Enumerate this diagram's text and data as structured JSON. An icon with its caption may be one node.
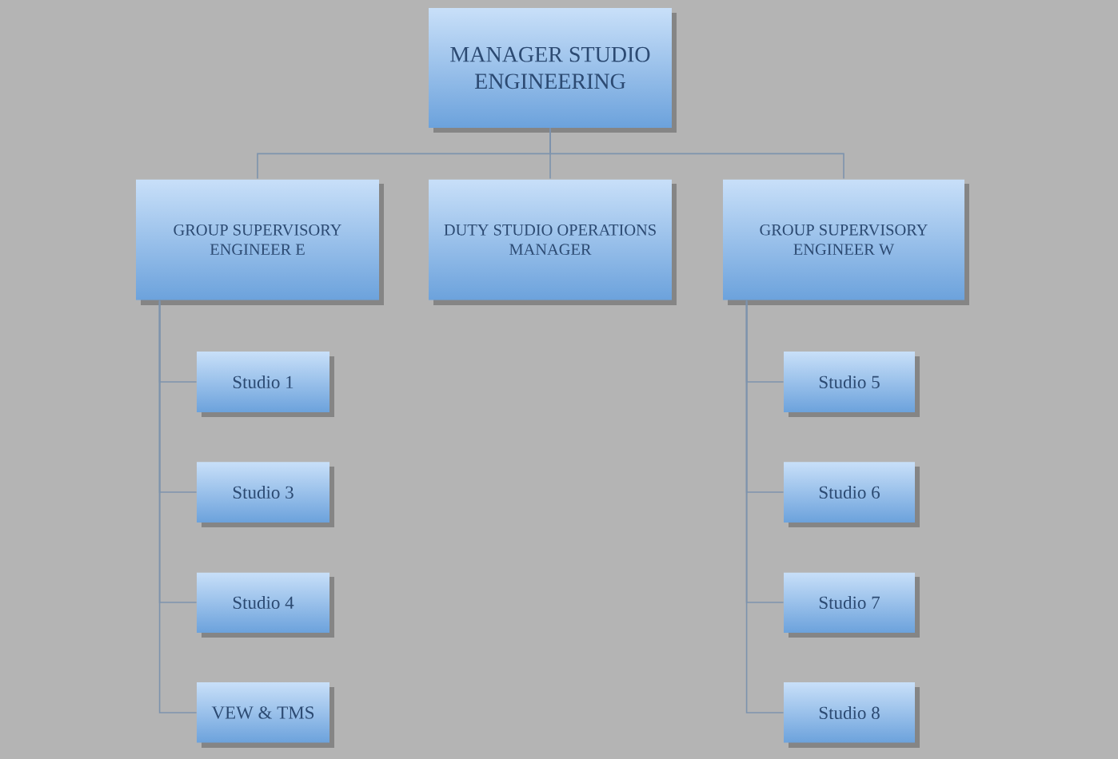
{
  "diagram": {
    "nodes": [
      {
        "text": [
          "MANAGER STUDIO ENGINEERING"
        ]
      },
      {
        "text": [
          "GROUP SUPERVISORY ENGINEER E"
        ]
      },
      {
        "text": [
          "DUTY STUDIO OPERATIONS MANAGER"
        ]
      },
      {
        "text": [
          "GROUP SUPERVISORY ENGINEER W"
        ]
      },
      {
        "text": [
          "Studio 1"
        ]
      },
      {
        "text": [
          "Studio 3"
        ]
      },
      {
        "text": [
          "Studio 4"
        ]
      },
      {
        "text": [
          "VEW & TMS"
        ]
      },
      {
        "text": [
          "Studio 5"
        ]
      },
      {
        "text": [
          "Studio 6"
        ]
      },
      {
        "text": [
          "Studio 7"
        ]
      },
      {
        "text": [
          "Studio 8"
        ]
      }
    ],
    "edges": [
      {
        "from": 0,
        "to": 1,
        "arrow": "none"
      },
      {
        "from": 0,
        "to": 2,
        "arrow": "none"
      },
      {
        "from": 0,
        "to": 3,
        "arrow": "none"
      },
      {
        "from": 1,
        "to": 4,
        "arrow": "none"
      },
      {
        "from": 1,
        "to": 5,
        "arrow": "none"
      },
      {
        "from": 1,
        "to": 6,
        "arrow": "none"
      },
      {
        "from": 1,
        "to": 7,
        "arrow": "none"
      },
      {
        "from": 3,
        "to": 8,
        "arrow": "none"
      },
      {
        "from": 3,
        "to": 9,
        "arrow": "none"
      },
      {
        "from": 3,
        "to": 10,
        "arrow": "none"
      },
      {
        "from": 3,
        "to": 11,
        "arrow": "none"
      }
    ]
  }
}
